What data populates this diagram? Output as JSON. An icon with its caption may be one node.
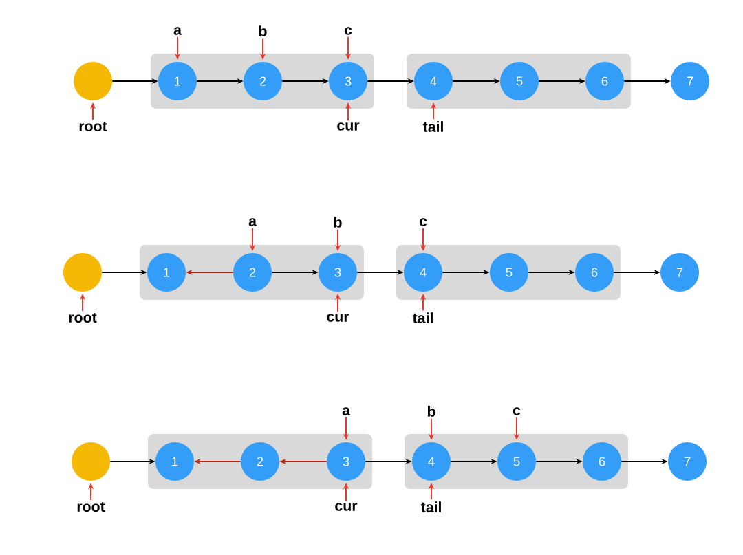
{
  "diagram": {
    "nodes": [
      {
        "text": [],
        "shape": "circle"
      },
      {
        "text": [],
        "shape": "box"
      },
      {
        "text": [
          "1"
        ],
        "in": 1
      },
      {
        "text": [
          "2"
        ],
        "in": 1
      },
      {
        "text": [
          "3"
        ],
        "in": 1
      },
      {
        "text": [],
        "shape": "box"
      },
      {
        "text": [
          "4"
        ],
        "in": 5
      },
      {
        "text": [
          "5"
        ],
        "in": 5
      },
      {
        "text": [
          "6"
        ],
        "in": 5
      },
      {
        "text": [
          "7"
        ]
      },
      {
        "text": [
          "a"
        ]
      },
      {
        "text": [
          "b"
        ]
      },
      {
        "text": [
          "c"
        ]
      },
      {
        "text": [
          "cur"
        ]
      },
      {
        "text": [
          "tail"
        ]
      },
      {
        "text": [
          "root"
        ]
      },
      {
        "text": [],
        "shape": "circle"
      },
      {
        "text": [],
        "shape": "box"
      },
      {
        "text": [
          "1"
        ],
        "in": 17
      },
      {
        "text": [
          "2"
        ],
        "in": 17
      },
      {
        "text": [
          "3"
        ],
        "in": 17
      },
      {
        "text": [],
        "shape": "box"
      },
      {
        "text": [
          "4"
        ],
        "in": 21
      },
      {
        "text": [
          "5"
        ],
        "in": 21
      },
      {
        "text": [
          "6"
        ],
        "in": 21
      },
      {
        "text": [
          "7"
        ]
      },
      {
        "text": [
          "a"
        ]
      },
      {
        "text": [
          "b"
        ]
      },
      {
        "text": [
          "c"
        ]
      },
      {
        "text": [
          "cur"
        ]
      },
      {
        "text": [
          "tail"
        ]
      },
      {
        "text": [
          "root"
        ]
      },
      {
        "text": [],
        "shape": "circle"
      },
      {
        "text": [],
        "shape": "box"
      },
      {
        "text": [
          "1"
        ],
        "in": 33
      },
      {
        "text": [
          "2"
        ],
        "in": 33
      },
      {
        "text": [
          "3"
        ],
        "in": 33
      },
      {
        "text": [],
        "shape": "box"
      },
      {
        "text": [
          "4"
        ],
        "in": 37
      },
      {
        "text": [
          "5"
        ],
        "in": 37
      },
      {
        "text": [
          "6"
        ],
        "in": 37
      },
      {
        "text": [
          "7"
        ]
      },
      {
        "text": [
          "a"
        ]
      },
      {
        "text": [
          "b"
        ]
      },
      {
        "text": [
          "c"
        ]
      },
      {
        "text": [
          "cur"
        ]
      },
      {
        "text": [
          "tail"
        ]
      },
      {
        "text": [
          "root"
        ]
      }
    ],
    "edges": [
      {
        "from": 0,
        "to": 2,
        "arrow": "to"
      },
      {
        "from": 2,
        "to": 3,
        "arrow": "to"
      },
      {
        "from": 3,
        "to": 4,
        "arrow": "to"
      },
      {
        "from": 4,
        "to": 6,
        "arrow": "to"
      },
      {
        "from": 6,
        "to": 7,
        "arrow": "to"
      },
      {
        "from": 7,
        "to": 8,
        "arrow": "to"
      },
      {
        "from": 8,
        "to": 9,
        "arrow": "to"
      },
      {
        "from": 10,
        "to": 2,
        "arrow": "to",
        "color": "#e8392b"
      },
      {
        "from": 11,
        "to": 3,
        "arrow": "to",
        "color": "#e8392b"
      },
      {
        "from": 12,
        "to": 4,
        "arrow": "to",
        "color": "#e8392b"
      },
      {
        "from": 13,
        "to": 4,
        "arrow": "to",
        "color": "#e8392b"
      },
      {
        "from": 14,
        "to": 6,
        "arrow": "to",
        "color": "#e8392b"
      },
      {
        "from": 15,
        "to": 0,
        "arrow": "to",
        "color": "#e8392b"
      },
      {
        "from": 16,
        "to": 18,
        "arrow": "to"
      },
      {
        "from": 19,
        "to": 18,
        "arrow": "to",
        "color": "#b22417"
      },
      {
        "from": 19,
        "to": 20,
        "arrow": "to"
      },
      {
        "from": 20,
        "to": 22,
        "arrow": "to"
      },
      {
        "from": 22,
        "to": 23,
        "arrow": "to"
      },
      {
        "from": 23,
        "to": 24,
        "arrow": "to"
      },
      {
        "from": 24,
        "to": 25,
        "arrow": "to"
      },
      {
        "from": 26,
        "to": 19,
        "arrow": "to",
        "color": "#e8392b"
      },
      {
        "from": 27,
        "to": 20,
        "arrow": "to",
        "color": "#e8392b"
      },
      {
        "from": 28,
        "to": 22,
        "arrow": "to",
        "color": "#e8392b"
      },
      {
        "from": 29,
        "to": 20,
        "arrow": "to",
        "color": "#e8392b"
      },
      {
        "from": 30,
        "to": 22,
        "arrow": "to",
        "color": "#e8392b"
      },
      {
        "from": 31,
        "to": 16,
        "arrow": "to",
        "color": "#e8392b"
      },
      {
        "from": 32,
        "to": 34,
        "arrow": "to"
      },
      {
        "from": 35,
        "to": 34,
        "arrow": "to",
        "color": "#b22417"
      },
      {
        "from": 36,
        "to": 35,
        "arrow": "to",
        "color": "#b22417"
      },
      {
        "from": 36,
        "to": 38,
        "arrow": "to"
      },
      {
        "from": 38,
        "to": 39,
        "arrow": "to"
      },
      {
        "from": 39,
        "to": 40,
        "arrow": "to"
      },
      {
        "from": 40,
        "to": 41,
        "arrow": "to"
      },
      {
        "from": 42,
        "to": 36,
        "arrow": "to",
        "color": "#e8392b"
      },
      {
        "from": 43,
        "to": 38,
        "arrow": "to",
        "color": "#e8392b"
      },
      {
        "from": 44,
        "to": 39,
        "arrow": "to",
        "color": "#e8392b"
      },
      {
        "from": 45,
        "to": 36,
        "arrow": "to",
        "color": "#e8392b"
      },
      {
        "from": 46,
        "to": 38,
        "arrow": "to",
        "color": "#e8392b"
      },
      {
        "from": 47,
        "to": 32,
        "arrow": "to",
        "color": "#e8392b"
      }
    ]
  }
}
